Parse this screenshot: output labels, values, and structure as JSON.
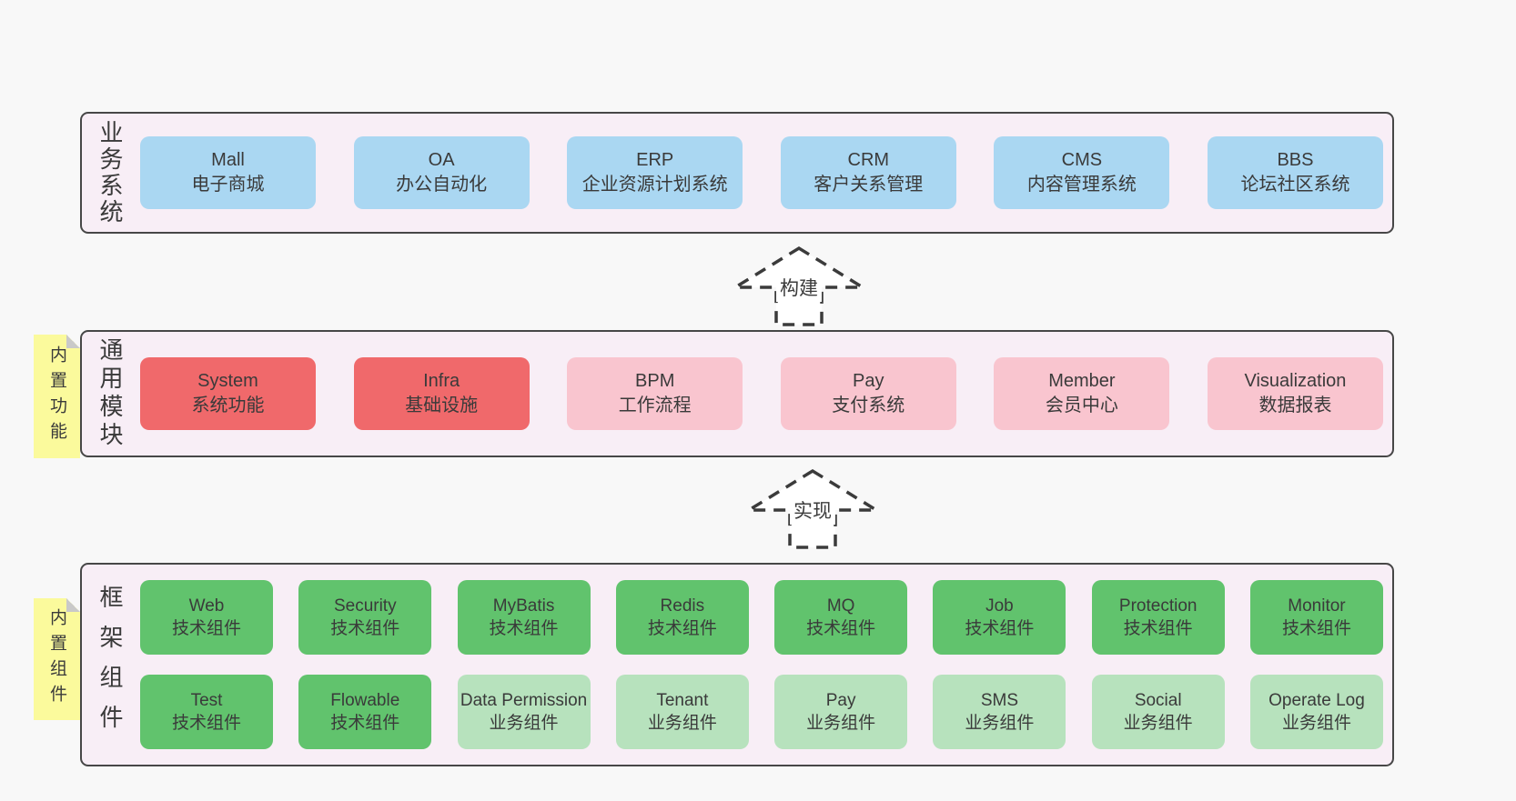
{
  "colors": {
    "page_bg": "#f8f8f8",
    "container_fill": "#f8eef6",
    "container_border": "#474747",
    "blue_box": "#aad7f2",
    "red_box": "#f0696b",
    "pink_box": "#f9c5cf",
    "green_box": "#61c36d",
    "light_green_box": "#b7e2bd",
    "sticky_yellow": "#fbfa9c",
    "fold_gray": "#c9c9c9",
    "text": "#3a3a3a"
  },
  "arrows": [
    {
      "label": "构建"
    },
    {
      "label": "实现"
    }
  ],
  "business_band": {
    "label": "业务系统",
    "boxes": [
      {
        "name": "Mall",
        "desc": "电子商城"
      },
      {
        "name": "OA",
        "desc": "办公自动化"
      },
      {
        "name": "ERP",
        "desc": "企业资源计划系统"
      },
      {
        "name": "CRM",
        "desc": "客户关系管理"
      },
      {
        "name": "CMS",
        "desc": "内容管理系统"
      },
      {
        "name": "BBS",
        "desc": "论坛社区系统"
      }
    ]
  },
  "module_band": {
    "label": "通用模块",
    "sticky": "内置功能",
    "boxes": [
      {
        "name": "System",
        "desc": "系统功能",
        "variant": "red"
      },
      {
        "name": "Infra",
        "desc": "基础设施",
        "variant": "red"
      },
      {
        "name": "BPM",
        "desc": "工作流程",
        "variant": "pink"
      },
      {
        "name": "Pay",
        "desc": "支付系统",
        "variant": "pink"
      },
      {
        "name": "Member",
        "desc": "会员中心",
        "variant": "pink"
      },
      {
        "name": "Visualization",
        "desc": "数据报表",
        "variant": "pink"
      }
    ]
  },
  "framework_band": {
    "label": "框架组件",
    "sticky": "内置组件",
    "row1": [
      {
        "name": "Web",
        "desc": "技术组件",
        "variant": "green"
      },
      {
        "name": "Security",
        "desc": "技术组件",
        "variant": "green"
      },
      {
        "name": "MyBatis",
        "desc": "技术组件",
        "variant": "green"
      },
      {
        "name": "Redis",
        "desc": "技术组件",
        "variant": "green"
      },
      {
        "name": "MQ",
        "desc": "技术组件",
        "variant": "green"
      },
      {
        "name": "Job",
        "desc": "技术组件",
        "variant": "green"
      },
      {
        "name": "Protection",
        "desc": "技术组件",
        "variant": "green"
      },
      {
        "name": "Monitor",
        "desc": "技术组件",
        "variant": "green"
      }
    ],
    "row2": [
      {
        "name": "Test",
        "desc": "技术组件",
        "variant": "green"
      },
      {
        "name": "Flowable",
        "desc": "技术组件",
        "variant": "green"
      },
      {
        "name": "Data Permission",
        "desc": "业务组件",
        "variant": "light-green"
      },
      {
        "name": "Tenant",
        "desc": "业务组件",
        "variant": "light-green"
      },
      {
        "name": "Pay",
        "desc": "业务组件",
        "variant": "light-green"
      },
      {
        "name": "SMS",
        "desc": "业务组件",
        "variant": "light-green"
      },
      {
        "name": "Social",
        "desc": "业务组件",
        "variant": "light-green"
      },
      {
        "name": "Operate Log",
        "desc": "业务组件",
        "variant": "light-green"
      }
    ]
  }
}
